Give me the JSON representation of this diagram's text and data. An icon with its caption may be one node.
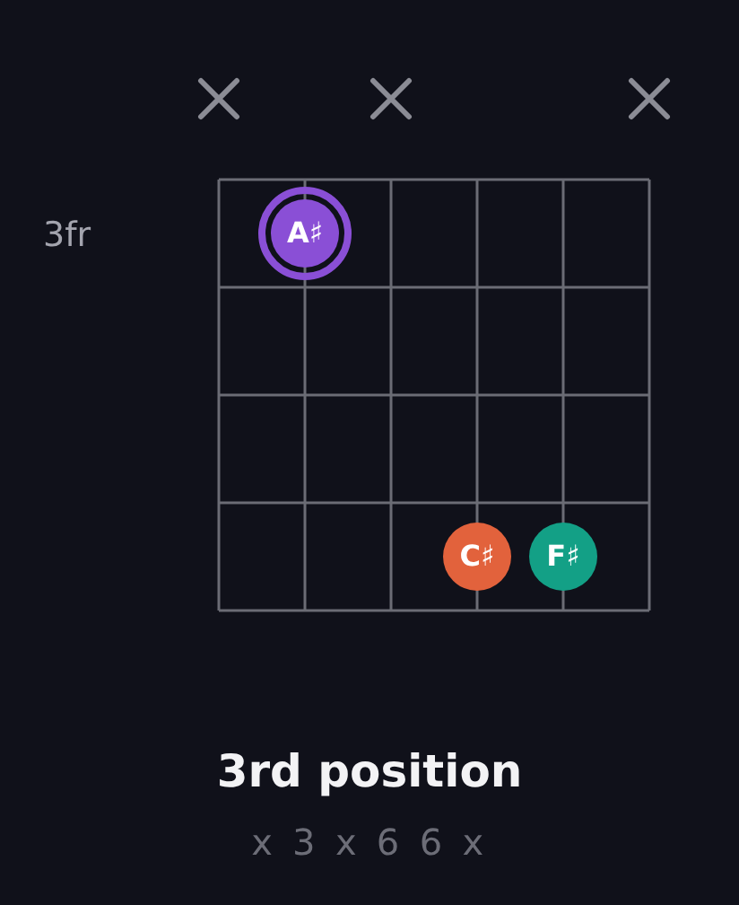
{
  "diagram": {
    "title": "3rd position",
    "nodes": [
      {
        "text": [
          "A♯"
        ]
      },
      {
        "text": [
          "C♯"
        ]
      },
      {
        "text": [
          "F♯"
        ]
      }
    ],
    "labels": [
      "3fr",
      "x 3 x 6 6 x"
    ]
  }
}
